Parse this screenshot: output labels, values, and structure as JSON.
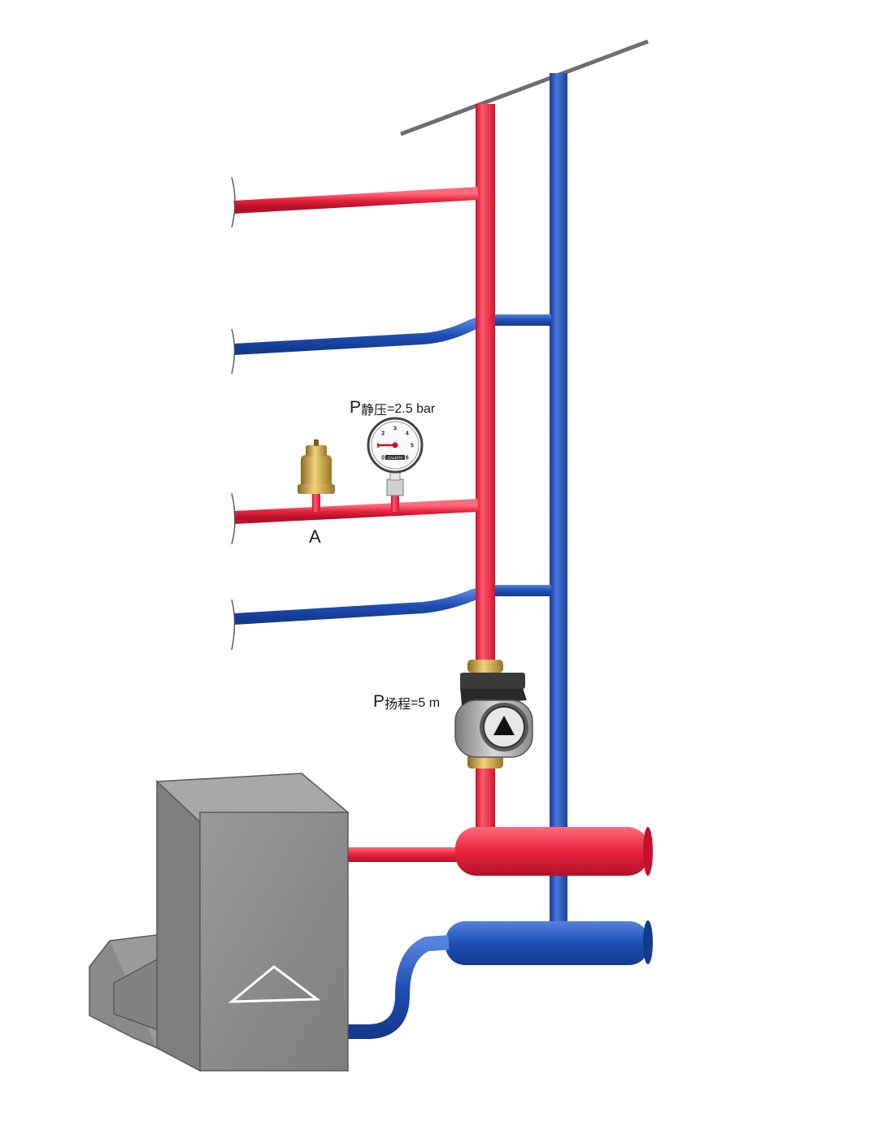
{
  "diagram": {
    "static_pressure_label": {
      "prefix": "P",
      "subscript": "静压",
      "value": "=2.5 bar"
    },
    "pump_head_label": {
      "prefix": "P",
      "subscript": "扬程",
      "value": "=5 m"
    },
    "point_label": "A",
    "gauge": {
      "scale": [
        "0",
        "1",
        "2",
        "3",
        "4",
        "5",
        "6"
      ],
      "needle_bar": 1.0,
      "scale_max_bar": 6,
      "brand_text": "CALEFFI"
    },
    "colors": {
      "supply_pipe": "#e8233c",
      "return_pipe": "#1f4fb5",
      "boiler": "#8f8f8f",
      "roof": "#6e6e6e",
      "brass": "#c9a14a"
    },
    "icons": {
      "boiler_symbol": "triangle-up",
      "pump_symbol": "triangle-up"
    }
  }
}
